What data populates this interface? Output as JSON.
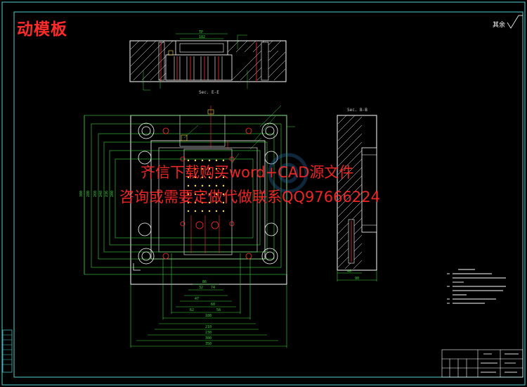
{
  "title": "动模板",
  "corner_label": "其余",
  "watermark_line1": "齐信下载购买word+CAD源文件",
  "watermark_line2": "咨询或需要定做代做联系QQ97666224",
  "section_labels": {
    "top": "Sec. E-E",
    "right": "Sec. B-B"
  },
  "dimensions": {
    "top_view": [
      "TP",
      "182"
    ],
    "bottom": [
      "86",
      "32",
      "74",
      "47",
      "62",
      "58",
      "60",
      "188",
      "210",
      "230",
      "300",
      "350"
    ],
    "left": [
      "300",
      "280",
      "260",
      "248",
      "236",
      "200"
    ],
    "right_view": [
      "40",
      "90"
    ]
  },
  "colors": {
    "background": "#000000",
    "frame": "#4fd0d0",
    "outline": "#ffffff",
    "dim": "#3fd83f",
    "accent": "#ffe14a",
    "hole_red": "#ff3333",
    "hatch": "#ffffff"
  }
}
